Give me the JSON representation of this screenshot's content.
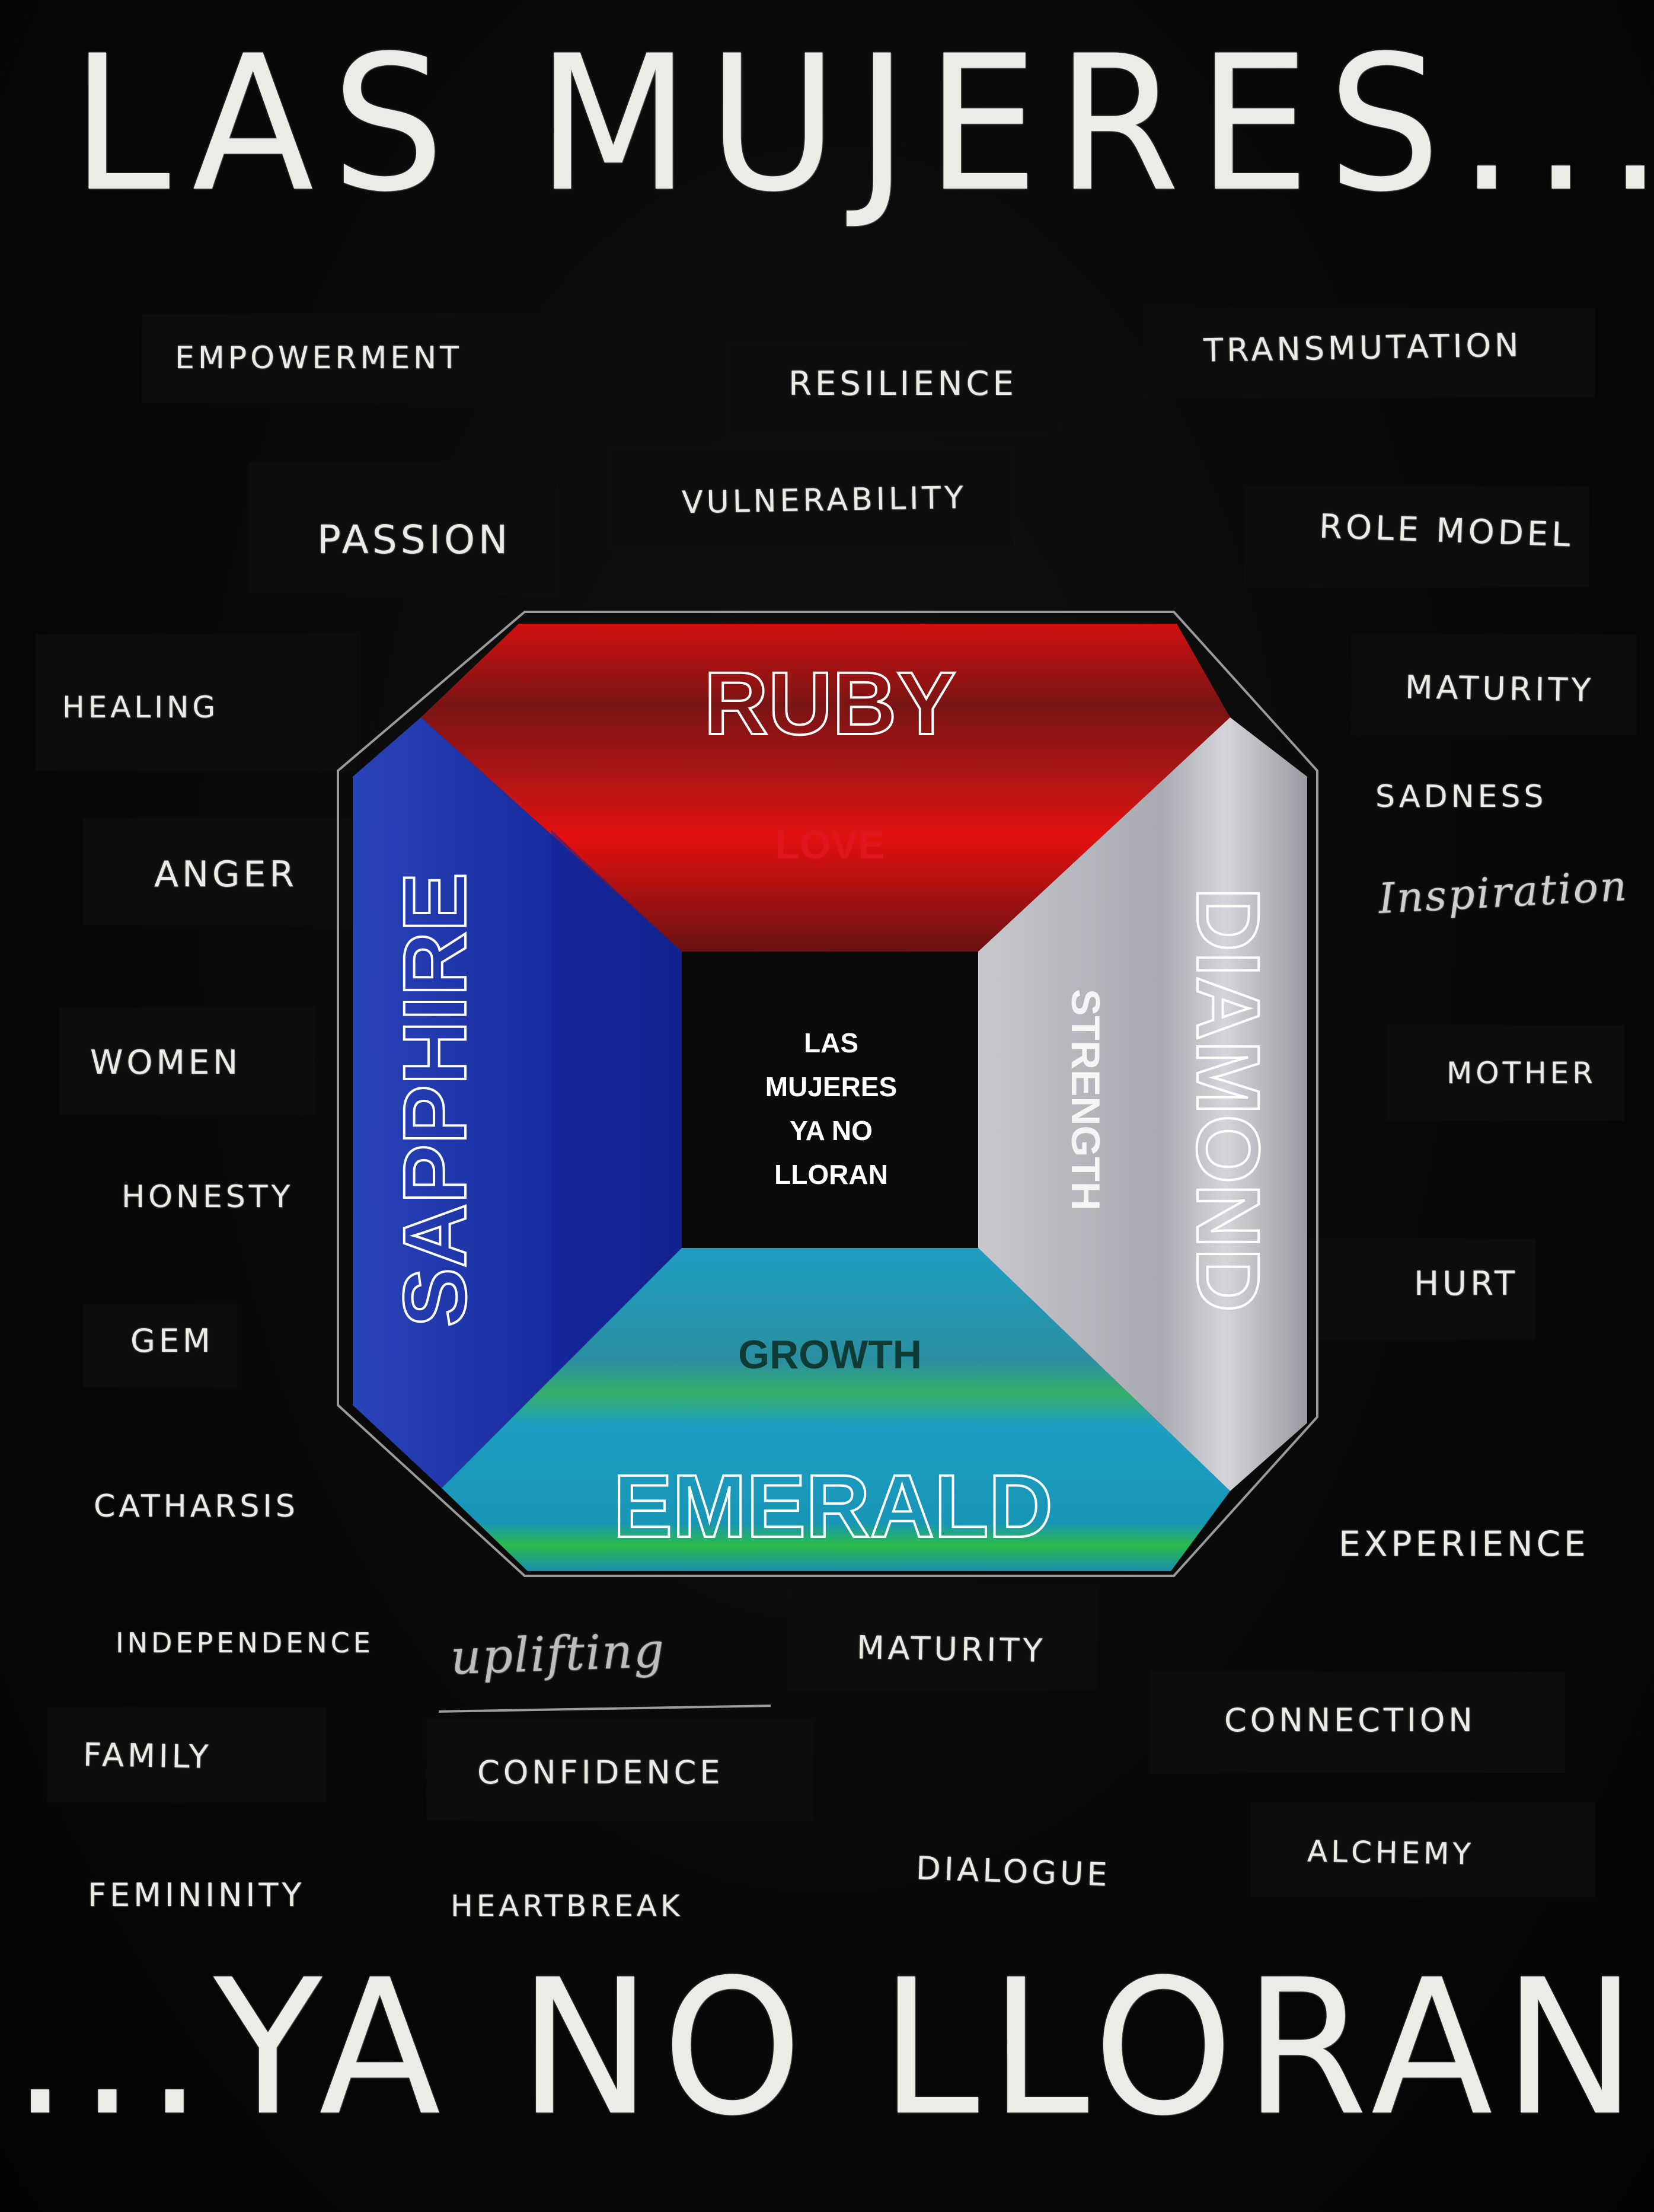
{
  "title_top": "LAS MUJERES...",
  "title_bottom": "...YA NO LLORAN",
  "gem": {
    "top": {
      "name": "RUBY",
      "value": "LOVE",
      "color": "#c81418"
    },
    "left": {
      "name": "SAPPHIRE"
    },
    "right": {
      "name": "DIAMOND",
      "value": "STRENGTH"
    },
    "bottom": {
      "name": "EMERALD",
      "value": "GROWTH"
    },
    "center": [
      "LAS",
      "MUJERES",
      "YA NO",
      "LLORAN"
    ]
  },
  "words": [
    "EMPOWERMENT",
    "RESILIENCE",
    "TRANSMUTATION",
    "PASSION",
    "VULNERABILITY",
    "ROLE MODEL",
    "HEALING",
    "MATURITY",
    "SADNESS",
    "ANGER",
    "Inspiration",
    "WOMEN",
    "MOTHER",
    "HONESTY",
    "HURT",
    "GEM",
    "CATHARSIS",
    "EXPERIENCE",
    "INDEPENDENCE",
    "uplifting",
    "MATURITY",
    "CONNECTION",
    "FAMILY",
    "CONFIDENCE",
    "DIALOGUE",
    "ALCHEMY",
    "FEMININITY",
    "HEARTBREAK"
  ]
}
